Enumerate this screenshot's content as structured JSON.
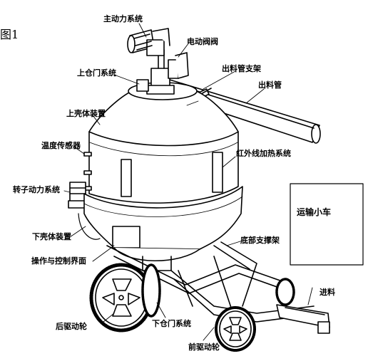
{
  "figure_label": "图1",
  "labels": {
    "main_power_system": "主动力系统",
    "electric_valve": "电动阀阀",
    "upper_door_system": "上仓门系统",
    "discharge_pipe_support": "出料管支架",
    "discharge_pipe": "出料管",
    "upper_shell_device": "上壳体装置",
    "temperature_sensor": "温度传感器",
    "infrared_heating_system": "红外线加热系统",
    "rotor_power_system": "转子动力系统",
    "transport_cart": "运输小车",
    "lower_shell_device": "下壳体装置",
    "bottom_support_frame": "底部支撑架",
    "operation_control_panel": "操作与控制界面",
    "feed": "进料",
    "rear_drive_wheel": "后驱动轮",
    "lower_door_system": "下仓门系统",
    "front_drive_wheel": "前驱动轮"
  }
}
